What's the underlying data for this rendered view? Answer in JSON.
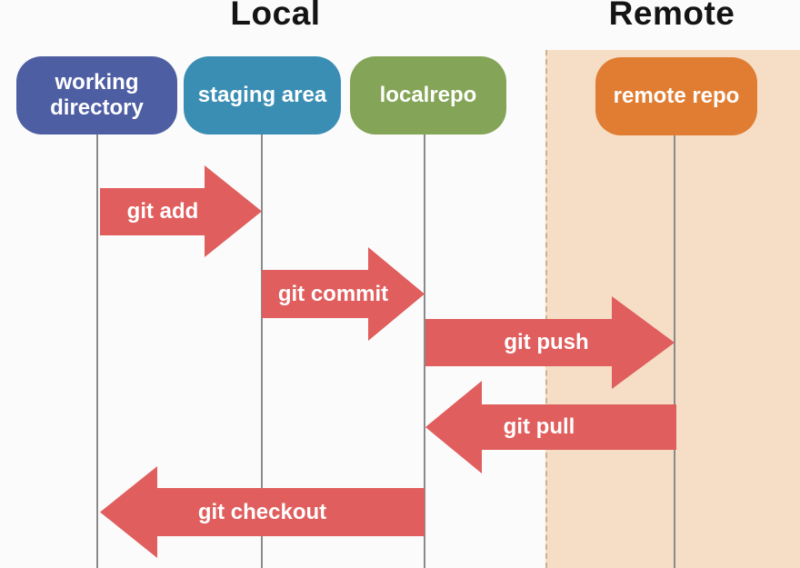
{
  "titles": {
    "local": "Local",
    "remote": "Remote"
  },
  "colors": {
    "background": "#fbfbfb",
    "remote_zone_bg": "#f5dec5",
    "remote_zone_border": "#ccb091",
    "lifeline": "#8a8a8a",
    "arrow": "#e05e5d",
    "title_text": "#141414",
    "node_text": "#ffffff"
  },
  "nodes": [
    {
      "id": "working-directory",
      "label": "working directory",
      "color": "#4e5ea3"
    },
    {
      "id": "staging-area",
      "label": "staging area",
      "color": "#3b8eb3"
    },
    {
      "id": "localrepo",
      "label": "localrepo",
      "color": "#84a457"
    },
    {
      "id": "remote-repo",
      "label": "remote repo",
      "color": "#e07d32"
    }
  ],
  "arrows": [
    {
      "label": "git add",
      "from": "working directory",
      "to": "staging area",
      "direction": "right"
    },
    {
      "label": "git commit",
      "from": "staging area",
      "to": "localrepo",
      "direction": "right"
    },
    {
      "label": "git push",
      "from": "localrepo",
      "to": "remote repo",
      "direction": "right"
    },
    {
      "label": "git pull",
      "from": "remote repo",
      "to": "localrepo",
      "direction": "left"
    },
    {
      "label": "git checkout",
      "from": "localrepo",
      "to": "working directory",
      "direction": "left"
    }
  ]
}
